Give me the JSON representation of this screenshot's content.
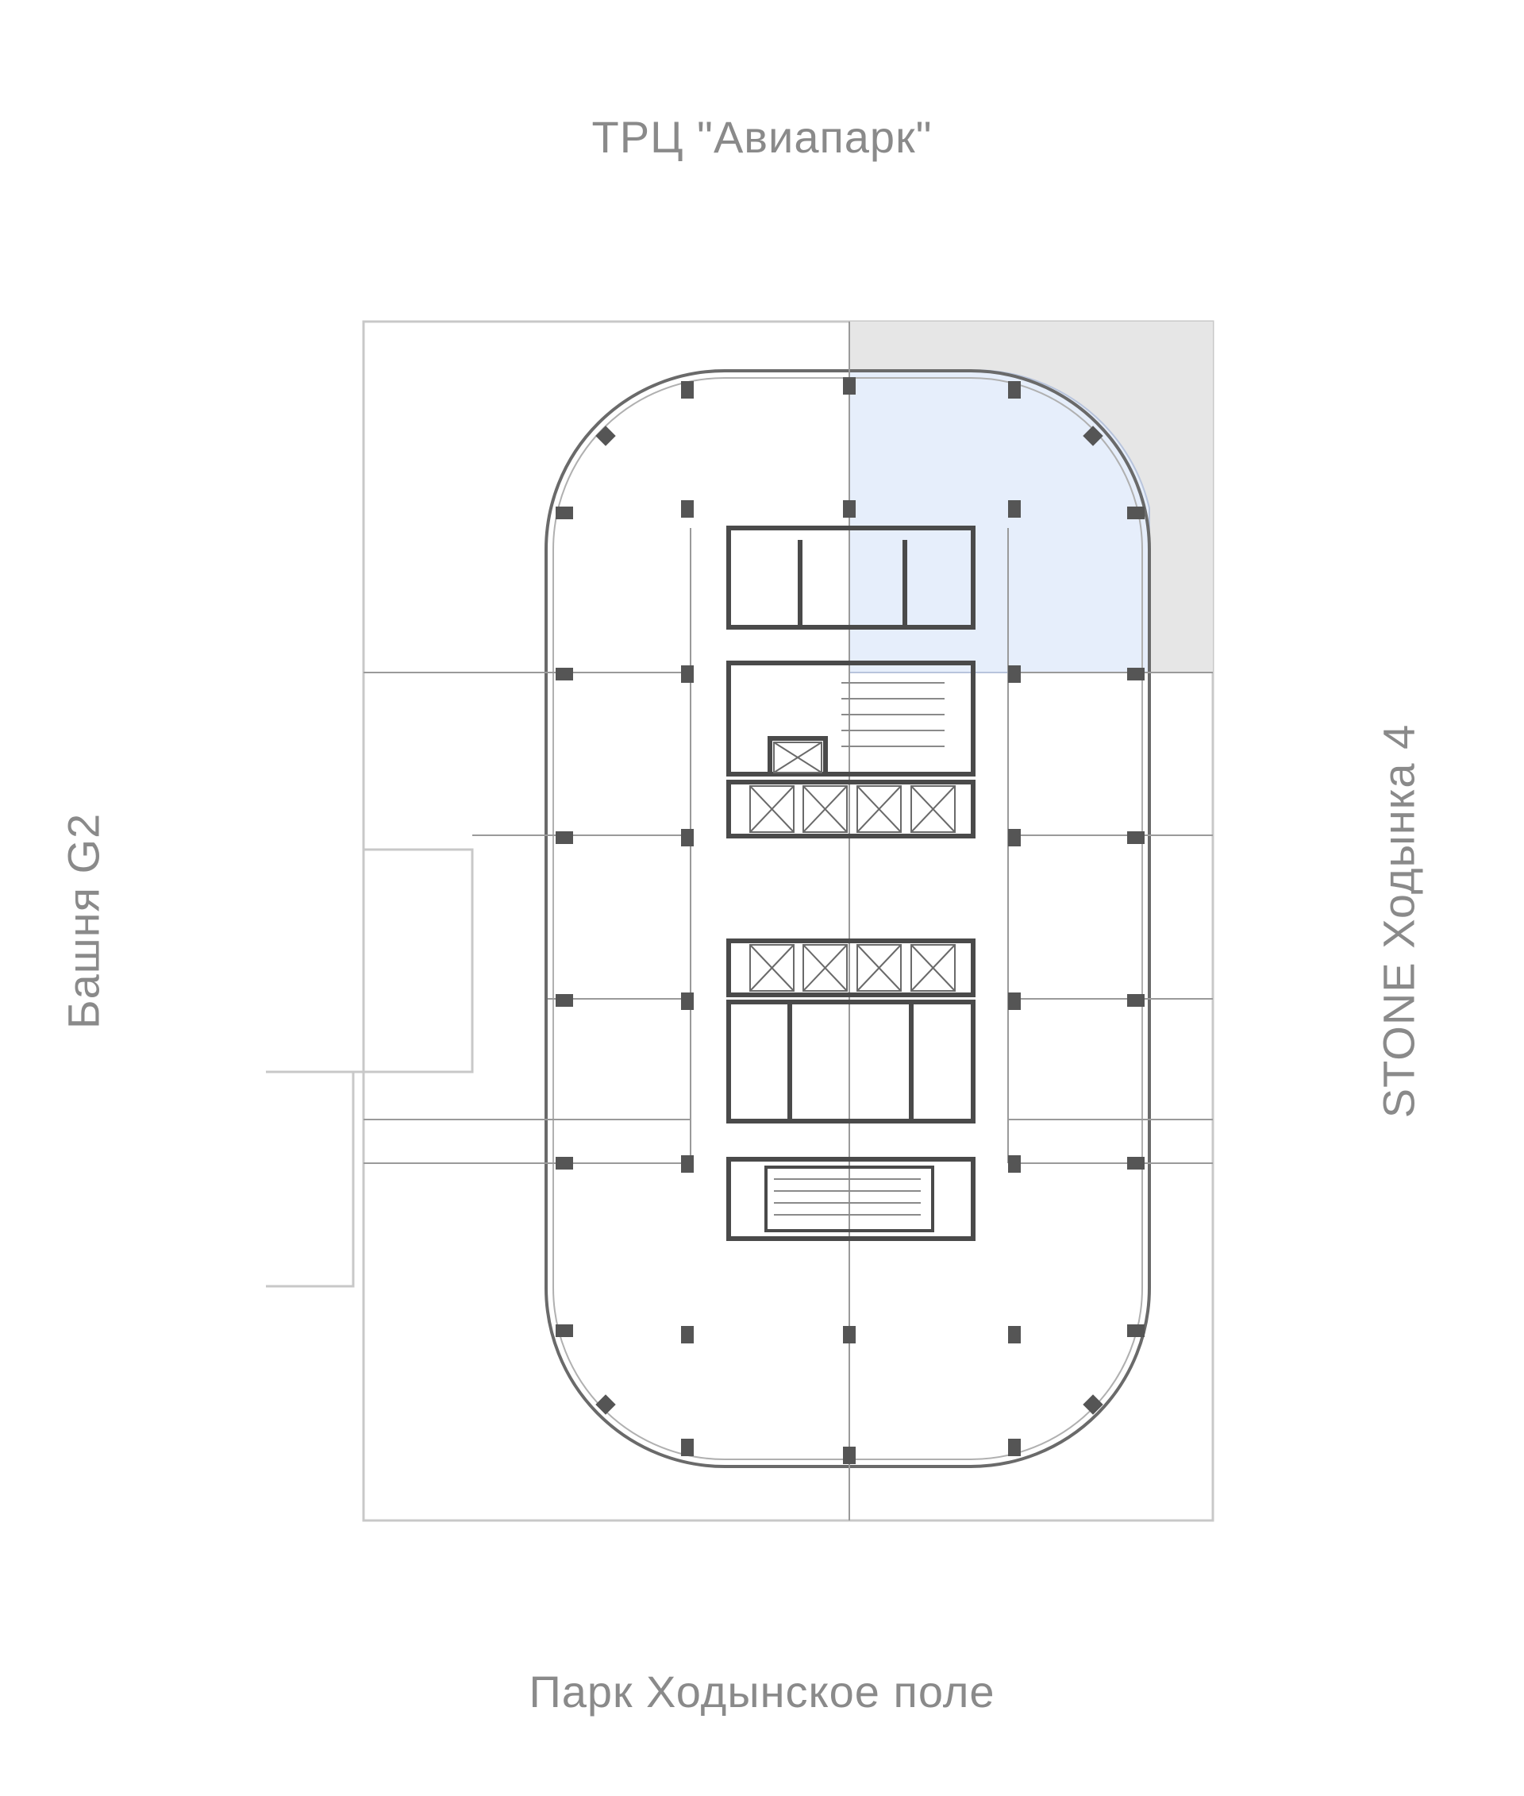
{
  "labels": {
    "north": "ТРЦ \"Авиапарк\"",
    "south": "Парк Ходынское поле",
    "west": "Башня G2",
    "east": "STONE Ходынка 4"
  },
  "colors": {
    "text": "#8a8a8a",
    "selected_unit": "#e6eefb",
    "neighbor_zone": "#e6e6e6",
    "wall": "#4a4a4a",
    "thin_line": "#9a9a9a",
    "column": "#555555"
  },
  "floorplan": {
    "selected_unit": "north-east corner office",
    "shaded_zone": "north-east exterior zone"
  }
}
